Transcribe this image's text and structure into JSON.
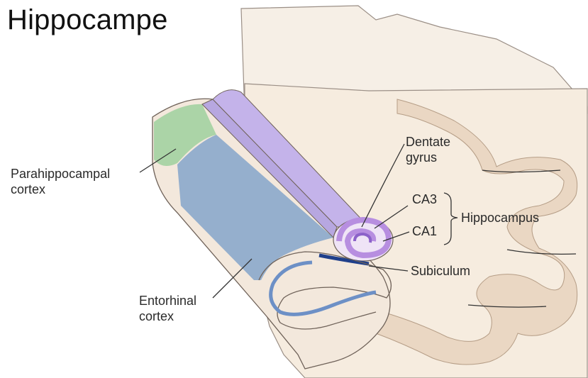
{
  "title": "Hippocampe",
  "labels": {
    "parahippocampal": [
      "Parahippocampal",
      "cortex"
    ],
    "entorhinal": [
      "Entorhinal",
      "cortex"
    ],
    "dentate": [
      "Dentate",
      "gyrus"
    ],
    "ca3": "CA3",
    "ca1": "CA1",
    "hippocampus": "Hippocampus",
    "subiculum": "Subiculum"
  },
  "colors": {
    "tissue": "#f3e8dc",
    "cortex_gray": "#e6d3c0",
    "parahippocampal": "#a7d3a3",
    "entorhinal": "#8faccb",
    "hippocampus": "#b7a7e0",
    "dentate": "#c9a6e6",
    "subiculum_dark": "#1f3f8a",
    "subiculum_light": "#6d90c6"
  }
}
